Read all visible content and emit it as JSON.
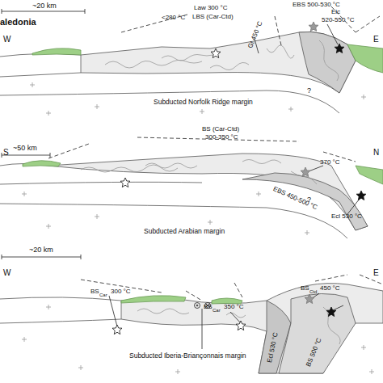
{
  "diagram": {
    "labels": [
      "~20 km",
      "aledonia",
      "W",
      "E",
      "<280 °C",
      "Law 300 °C",
      "LBS (Car-Ctd)",
      "Gt 450 °C",
      "EBS 500-530 °C",
      "Elc",
      "520-550 °C",
      "?",
      "Subducted Norfolk Ridge margin",
      "S",
      "~50 km",
      "N",
      "BS (Car-Ctd)",
      "300-350 °C",
      "370 °C",
      "EBS 450-500 °C",
      "?",
      "Ecl 530 °C",
      "Subducted Arabian margin",
      "~20 km",
      "W",
      "E",
      "BS",
      "Car",
      "300 °C",
      "BS",
      "Car",
      "350 °C",
      "BS",
      "Ctd",
      "450 °C",
      "Ecl 530 °C",
      "BS 500 °C",
      "Subducted Iberia-Briançonnais margin"
    ]
  }
}
